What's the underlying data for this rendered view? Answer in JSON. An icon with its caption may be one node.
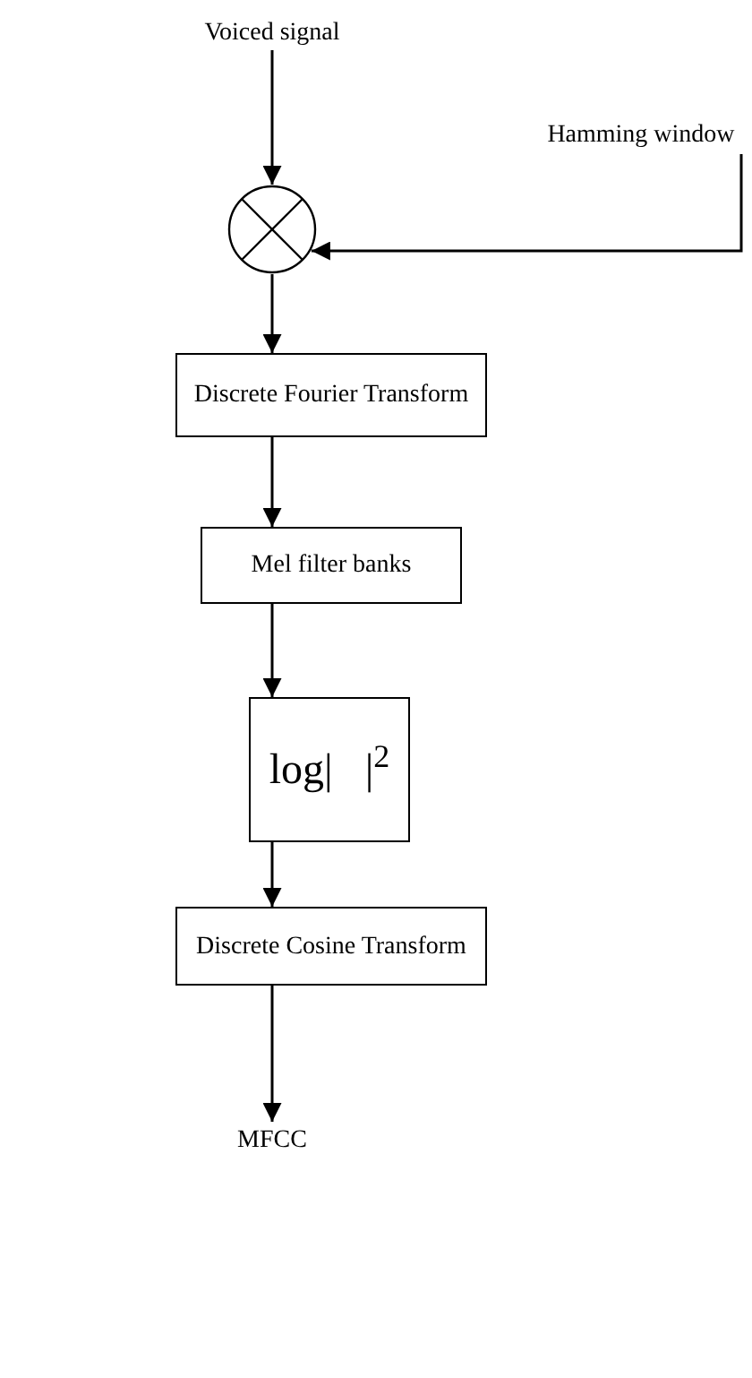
{
  "diagram": {
    "nodes": [
      {
        "text": [
          "Voiced signal"
        ]
      },
      {
        "text": [
          "Hamming window"
        ]
      },
      {
        "text": [],
        "shape": "circle"
      },
      {
        "text": [
          "Discrete Fourier Transform"
        ]
      },
      {
        "text": [
          "Mel filter banks"
        ]
      },
      {
        "text": [
          "log|   |$^{2}$"
        ]
      },
      {
        "text": [
          "Discrete Cosine Transform"
        ]
      },
      {
        "text": [
          "MFCC"
        ]
      }
    ],
    "edges": [
      {
        "from": 0,
        "to": 2,
        "arrow": "to"
      },
      {
        "from": 1,
        "to": 2,
        "arrow": "to"
      },
      {
        "from": 2,
        "to": 3,
        "arrow": "to"
      },
      {
        "from": 3,
        "to": 4,
        "arrow": "to"
      },
      {
        "from": 4,
        "to": 5,
        "arrow": "to"
      },
      {
        "from": 5,
        "to": 6,
        "arrow": "to"
      },
      {
        "from": 6,
        "to": 7,
        "arrow": "to"
      }
    ]
  }
}
